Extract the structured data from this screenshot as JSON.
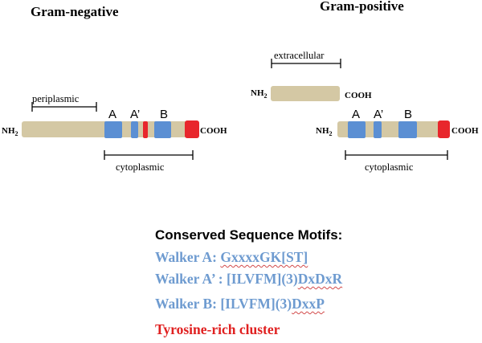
{
  "panels": {
    "gram_negative": {
      "title": "Gram-negative",
      "n_term": "NH",
      "n_term_sub": "2",
      "c_term": "COOH",
      "region_top": "periplasmic",
      "region_bottom": "cytoplasmic",
      "motif_labels": [
        "A",
        "A’",
        "B"
      ]
    },
    "gram_positive": {
      "title": "Gram-positive",
      "extra_label": "extracellular",
      "extra_n_term": "NH",
      "extra_n_term_sub": "2",
      "extra_c_term": "COOH",
      "n_term": "NH",
      "n_term_sub": "2",
      "c_term": "COOH",
      "region_bottom": "cytoplasmic",
      "motif_labels": [
        "A",
        "A’",
        "B"
      ]
    }
  },
  "legend": {
    "heading": "Conserved Sequence Motifs:",
    "walker_a": {
      "label": "Walker A: ",
      "motif": "GxxxxGK[ST]"
    },
    "walker_a_prime": {
      "label": "Walker A’ : [ILVFM](3)",
      "motif": "DxDxR"
    },
    "walker_b": {
      "label": "Walker B: [ILVFM](3)",
      "motif": "DxxP"
    },
    "tyrosine": "Tyrosine-rich cluster"
  },
  "colors": {
    "protein": "#d4c8a4",
    "walker": "#5b8fd3",
    "tyrosine": "#e8262c",
    "legend_walker": "#6e9bd0",
    "legend_tyrosine": "#e02020"
  }
}
